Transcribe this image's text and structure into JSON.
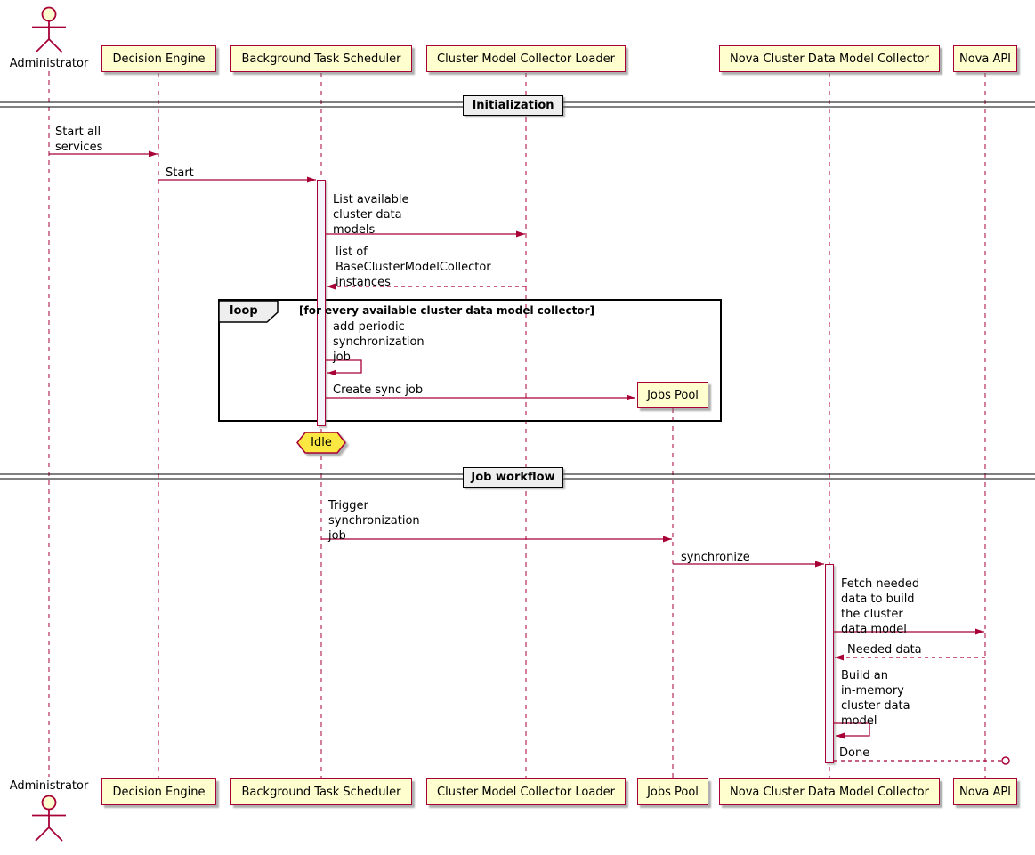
{
  "participants": {
    "administrator": "Administrator",
    "decision_engine": "Decision Engine",
    "background_task_scheduler": "Background Task Scheduler",
    "cluster_model_collector_loader": "Cluster Model Collector Loader",
    "jobs_pool": "Jobs Pool",
    "nova_cluster_data_model_collector": "Nova Cluster Data Model Collector",
    "nova_api": "Nova API"
  },
  "dividers": {
    "initialization": "Initialization",
    "job_workflow": "Job workflow"
  },
  "loop_frame": {
    "keyword": "loop",
    "condition": "[for every available cluster data model collector]"
  },
  "notes": {
    "idle": "Idle"
  },
  "messages": {
    "start_all_services": "Start all\nservices",
    "start": "Start",
    "list_available_models": "List available\ncluster data\nmodels",
    "list_of_instances": "list of\nBaseClusterModelCollector\ninstances",
    "add_periodic_job": "add periodic\nsynchronization\njob",
    "create_sync_job": "Create sync job",
    "trigger_sync_job": "Trigger\nsynchronization\njob",
    "synchronize": "synchronize",
    "fetch_needed_data": "Fetch needed\ndata to build\nthe cluster\ndata model",
    "needed_data": "Needed data",
    "build_model": "Build an\nin-memory\ncluster data\nmodel",
    "done": "Done"
  },
  "colors": {
    "participant_fill": "#FEFECE",
    "line": "#A80036",
    "note_fill": "#FBE742",
    "divider_fill": "#EEEEEE",
    "frame_border": "#000000",
    "text": "#000000"
  }
}
